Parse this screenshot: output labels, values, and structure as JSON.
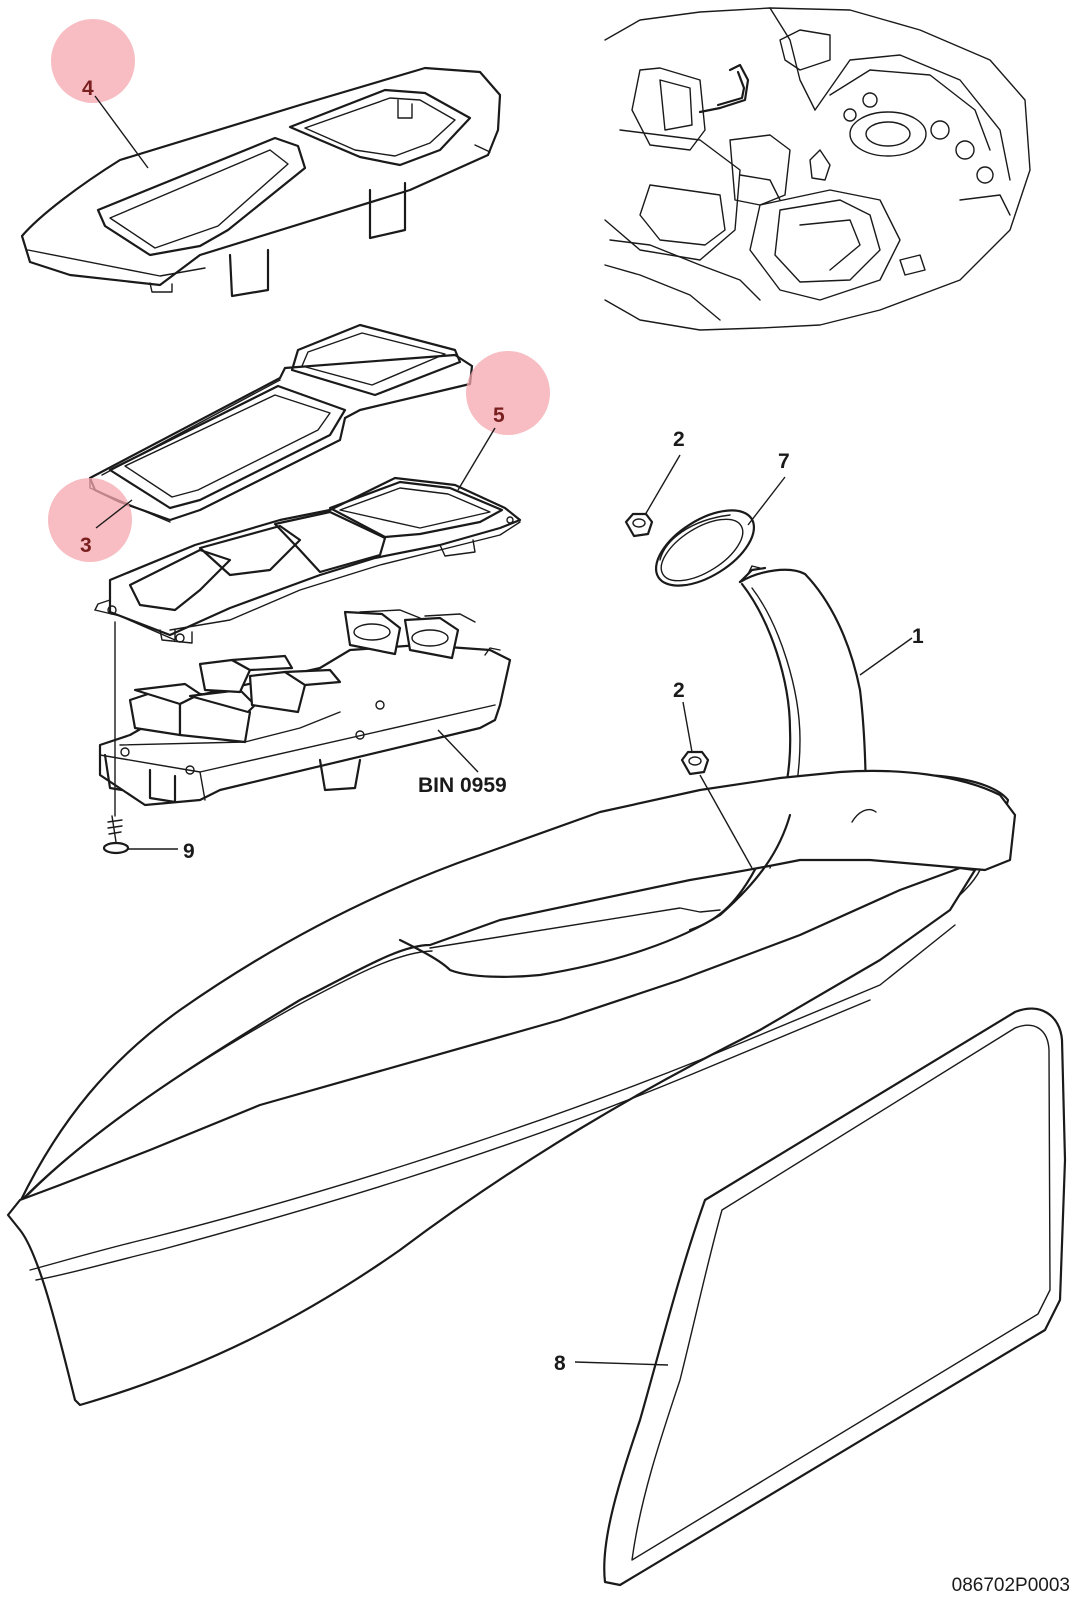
{
  "callouts": {
    "c1": "1",
    "c2a": "2",
    "c2b": "2",
    "c3": "3",
    "c4": "4",
    "c5": "5",
    "c7": "7",
    "c8": "8",
    "c9": "9",
    "bin": "BIN 0959"
  },
  "highlighted_callouts": [
    "3",
    "4",
    "5"
  ],
  "colors": {
    "highlight": "#f4a7ae",
    "line": "#1a1a1a",
    "highlight_text": "#7a1f1f"
  },
  "reference_number": "086702P0003"
}
